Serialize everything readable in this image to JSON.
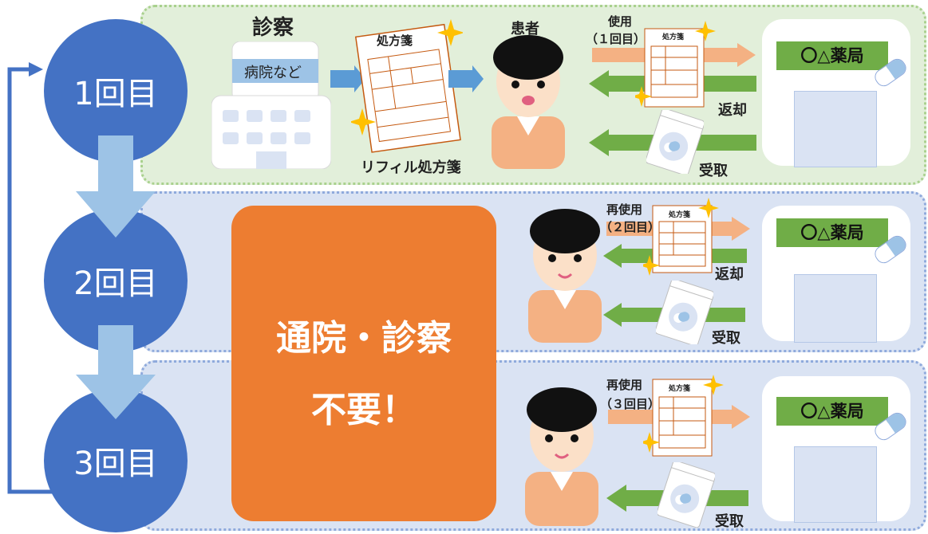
{
  "steps": {
    "first": "1回目",
    "second": "2回目",
    "third": "3回目"
  },
  "row1": {
    "title": "診察",
    "hospital_label": "病院など",
    "refill_label": "リフィル処方箋",
    "patient_label": "患者",
    "use_label": "使用",
    "use_count": "（１回目）",
    "return_label": "返却",
    "receive_label": "受取"
  },
  "row2": {
    "reuse_label": "再使用",
    "reuse_count": "（２回目）",
    "return_label": "返却",
    "receive_label": "受取"
  },
  "row3": {
    "reuse_label": "再使用",
    "reuse_count": "（３回目）",
    "receive_label": "受取"
  },
  "no_visit": {
    "line1": "通院・診察",
    "line2": "不要！"
  },
  "pharmacy_name": "〇△薬局",
  "prescription_title": "処方箋",
  "colors": {
    "step": "#4472c4",
    "orange": "#ed7d31",
    "green": "#70ad47",
    "peach": "#f4b183"
  }
}
